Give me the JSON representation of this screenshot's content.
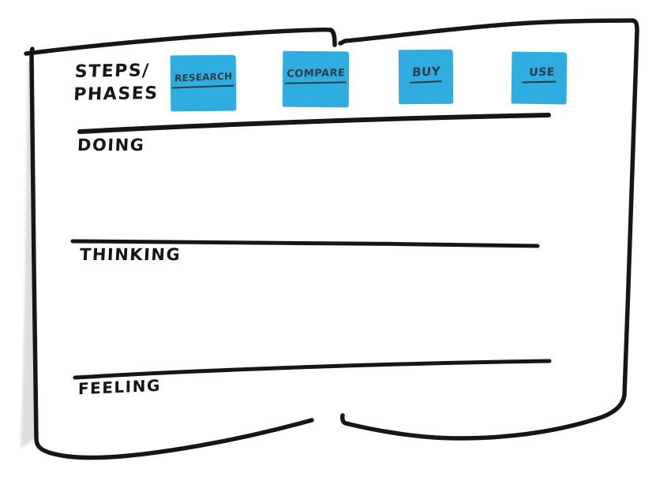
{
  "header": {
    "line1": "STEPS/",
    "line2": "PHASES"
  },
  "phases": [
    {
      "label": "RESEARCH"
    },
    {
      "label": "COMPARE"
    },
    {
      "label": "BUY"
    },
    {
      "label": "USE"
    }
  ],
  "rows": [
    {
      "label": "DOING"
    },
    {
      "label": "THINKING"
    },
    {
      "label": "FEELING"
    }
  ],
  "colors": {
    "sticky": "#2fade0",
    "sticky-ink": "#2c3e4a",
    "ink": "#161616",
    "paper": "#ffffff",
    "shadow": "#d8d8d8"
  }
}
